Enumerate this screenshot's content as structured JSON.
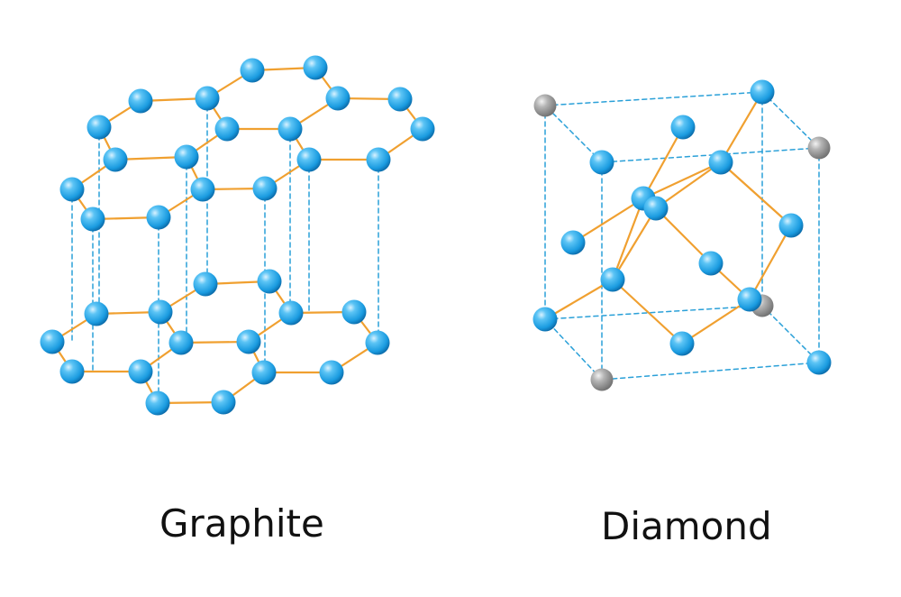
{
  "labels": {
    "graphite": "Graphite",
    "diamond": "Diamond"
  },
  "colors": {
    "atom": "#1aa3e8",
    "atom_highlight": "#bfe9ff",
    "atom_shadow": "#0b6fb0",
    "corner_atom": "#9a9a9a",
    "corner_atom_highlight": "#e6e6e6",
    "bond": "#f0a030",
    "guide": "#2aa0d8",
    "background": "#ffffff"
  },
  "icons": {
    "atom": "sphere",
    "bond": "solid-line",
    "interlayer_link": "dashed-line"
  }
}
